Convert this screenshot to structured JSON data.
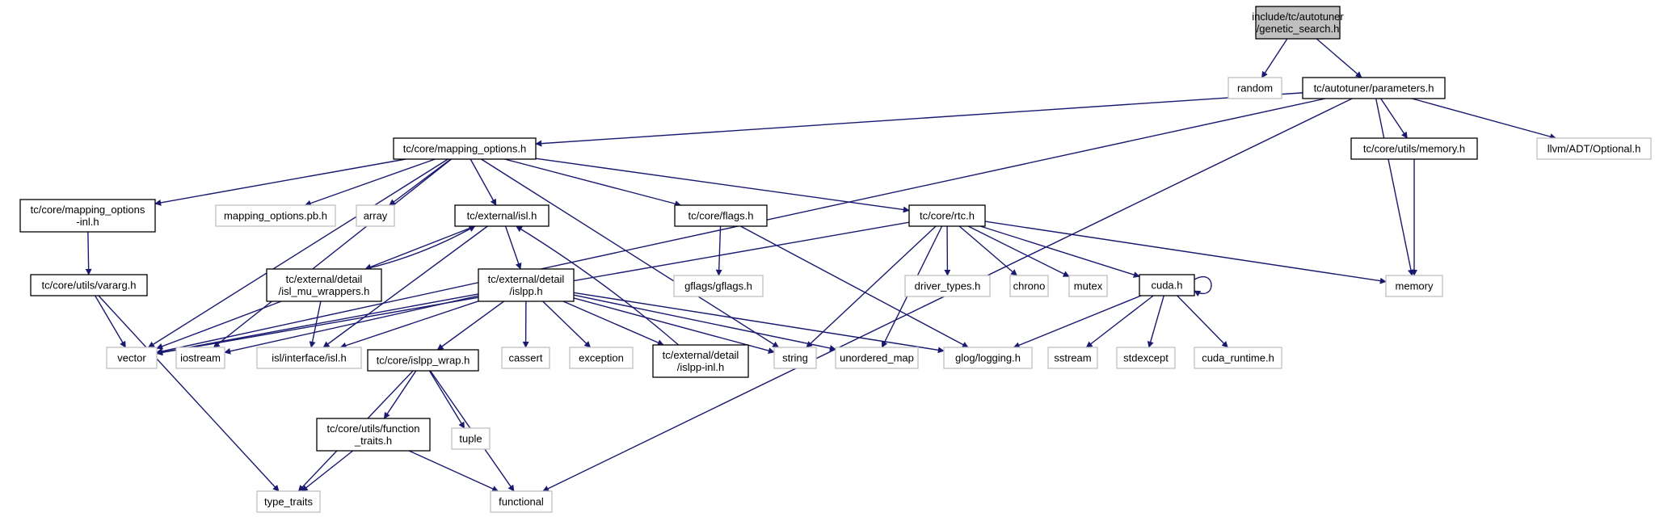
{
  "colors": {
    "edge": "#191970",
    "root_fill": "#bfbfbf",
    "internal_border": "#000000",
    "external_border": "#bfbfbf",
    "external_text": "#404040"
  },
  "nodes": [
    {
      "id": "root",
      "lines": [
        "include/tc/autotuner",
        "/genetic_search.h"
      ],
      "kind": "root"
    },
    {
      "id": "random",
      "lines": [
        "random"
      ],
      "kind": "external"
    },
    {
      "id": "parameters",
      "lines": [
        "tc/autotuner/parameters.h"
      ],
      "kind": "internal"
    },
    {
      "id": "mapping_options",
      "lines": [
        "tc/core/mapping_options.h"
      ],
      "kind": "internal"
    },
    {
      "id": "memory_h",
      "lines": [
        "tc/core/utils/memory.h"
      ],
      "kind": "internal"
    },
    {
      "id": "llvm_optional",
      "lines": [
        "llvm/ADT/Optional.h"
      ],
      "kind": "external"
    },
    {
      "id": "mapping_options_inl",
      "lines": [
        "tc/core/mapping_options",
        "-inl.h"
      ],
      "kind": "internal"
    },
    {
      "id": "mapping_options_pb",
      "lines": [
        "mapping_options.pb.h"
      ],
      "kind": "external"
    },
    {
      "id": "array",
      "lines": [
        "array"
      ],
      "kind": "external"
    },
    {
      "id": "external_isl",
      "lines": [
        "tc/external/isl.h"
      ],
      "kind": "internal"
    },
    {
      "id": "flags",
      "lines": [
        "tc/core/flags.h"
      ],
      "kind": "internal"
    },
    {
      "id": "rtc",
      "lines": [
        "tc/core/rtc.h"
      ],
      "kind": "internal"
    },
    {
      "id": "vararg",
      "lines": [
        "tc/core/utils/vararg.h"
      ],
      "kind": "internal"
    },
    {
      "id": "isl_mu_wrappers",
      "lines": [
        "tc/external/detail",
        "/isl_mu_wrappers.h"
      ],
      "kind": "internal"
    },
    {
      "id": "islpp",
      "lines": [
        "tc/external/detail",
        "/islpp.h"
      ],
      "kind": "internal"
    },
    {
      "id": "gflags",
      "lines": [
        "gflags/gflags.h"
      ],
      "kind": "external"
    },
    {
      "id": "driver_types",
      "lines": [
        "driver_types.h"
      ],
      "kind": "external"
    },
    {
      "id": "chrono",
      "lines": [
        "chrono"
      ],
      "kind": "external"
    },
    {
      "id": "mutex",
      "lines": [
        "mutex"
      ],
      "kind": "external"
    },
    {
      "id": "cuda",
      "lines": [
        "cuda.h"
      ],
      "kind": "internal"
    },
    {
      "id": "memory",
      "lines": [
        "memory"
      ],
      "kind": "external"
    },
    {
      "id": "vector",
      "lines": [
        "vector"
      ],
      "kind": "external"
    },
    {
      "id": "iostream",
      "lines": [
        "iostream"
      ],
      "kind": "external"
    },
    {
      "id": "isl_interface",
      "lines": [
        "isl/interface/isl.h"
      ],
      "kind": "external"
    },
    {
      "id": "islpp_wrap",
      "lines": [
        "tc/core/islpp_wrap.h"
      ],
      "kind": "internal"
    },
    {
      "id": "cassert",
      "lines": [
        "cassert"
      ],
      "kind": "external"
    },
    {
      "id": "exception",
      "lines": [
        "exception"
      ],
      "kind": "external"
    },
    {
      "id": "islpp_inl",
      "lines": [
        "tc/external/detail",
        "/islpp-inl.h"
      ],
      "kind": "internal"
    },
    {
      "id": "string",
      "lines": [
        "string"
      ],
      "kind": "external"
    },
    {
      "id": "unordered_map",
      "lines": [
        "unordered_map"
      ],
      "kind": "external"
    },
    {
      "id": "glog",
      "lines": [
        "glog/logging.h"
      ],
      "kind": "external"
    },
    {
      "id": "sstream",
      "lines": [
        "sstream"
      ],
      "kind": "external"
    },
    {
      "id": "stdexcept",
      "lines": [
        "stdexcept"
      ],
      "kind": "external"
    },
    {
      "id": "cuda_runtime",
      "lines": [
        "cuda_runtime.h"
      ],
      "kind": "external"
    },
    {
      "id": "function_traits",
      "lines": [
        "tc/core/utils/function",
        "_traits.h"
      ],
      "kind": "internal"
    },
    {
      "id": "tuple",
      "lines": [
        "tuple"
      ],
      "kind": "external"
    },
    {
      "id": "type_traits",
      "lines": [
        "type_traits"
      ],
      "kind": "external"
    },
    {
      "id": "functional",
      "lines": [
        "functional"
      ],
      "kind": "external"
    }
  ],
  "edges": [
    [
      "root",
      "random"
    ],
    [
      "root",
      "parameters"
    ],
    [
      "parameters",
      "mapping_options"
    ],
    [
      "parameters",
      "vector"
    ],
    [
      "parameters",
      "memory_h"
    ],
    [
      "parameters",
      "llvm_optional"
    ],
    [
      "parameters",
      "memory"
    ],
    [
      "parameters",
      "functional"
    ],
    [
      "mapping_options",
      "mapping_options_inl"
    ],
    [
      "mapping_options",
      "mapping_options_pb"
    ],
    [
      "mapping_options",
      "array"
    ],
    [
      "mapping_options",
      "external_isl"
    ],
    [
      "mapping_options",
      "flags"
    ],
    [
      "mapping_options",
      "rtc"
    ],
    [
      "mapping_options",
      "vector"
    ],
    [
      "mapping_options",
      "iostream"
    ],
    [
      "mapping_options",
      "string"
    ],
    [
      "memory_h",
      "memory"
    ],
    [
      "mapping_options_inl",
      "vararg"
    ],
    [
      "vararg",
      "vector"
    ],
    [
      "vararg",
      "type_traits"
    ],
    [
      "external_isl",
      "isl_mu_wrappers"
    ],
    [
      "external_isl",
      "islpp"
    ],
    [
      "external_isl",
      "isl_interface"
    ],
    [
      "isl_mu_wrappers",
      "external_isl"
    ],
    [
      "isl_mu_wrappers",
      "vector"
    ],
    [
      "isl_mu_wrappers",
      "isl_interface"
    ],
    [
      "islpp",
      "vector"
    ],
    [
      "islpp",
      "iostream"
    ],
    [
      "islpp",
      "isl_interface"
    ],
    [
      "islpp",
      "islpp_wrap"
    ],
    [
      "islpp",
      "cassert"
    ],
    [
      "islpp",
      "exception"
    ],
    [
      "islpp",
      "islpp_inl"
    ],
    [
      "islpp",
      "string"
    ],
    [
      "islpp",
      "unordered_map"
    ],
    [
      "islpp",
      "glog"
    ],
    [
      "islpp_inl",
      "external_isl"
    ],
    [
      "flags",
      "gflags"
    ],
    [
      "flags",
      "glog"
    ],
    [
      "rtc",
      "vector"
    ],
    [
      "rtc",
      "string"
    ],
    [
      "rtc",
      "unordered_map"
    ],
    [
      "rtc",
      "driver_types"
    ],
    [
      "rtc",
      "chrono"
    ],
    [
      "rtc",
      "mutex"
    ],
    [
      "rtc",
      "cuda"
    ],
    [
      "rtc",
      "memory"
    ],
    [
      "cuda",
      "cuda"
    ],
    [
      "cuda",
      "glog"
    ],
    [
      "cuda",
      "sstream"
    ],
    [
      "cuda",
      "stdexcept"
    ],
    [
      "cuda",
      "cuda_runtime"
    ],
    [
      "islpp_wrap",
      "function_traits"
    ],
    [
      "islpp_wrap",
      "tuple"
    ],
    [
      "islpp_wrap",
      "type_traits"
    ],
    [
      "islpp_wrap",
      "functional"
    ],
    [
      "function_traits",
      "type_traits"
    ],
    [
      "function_traits",
      "functional"
    ]
  ]
}
